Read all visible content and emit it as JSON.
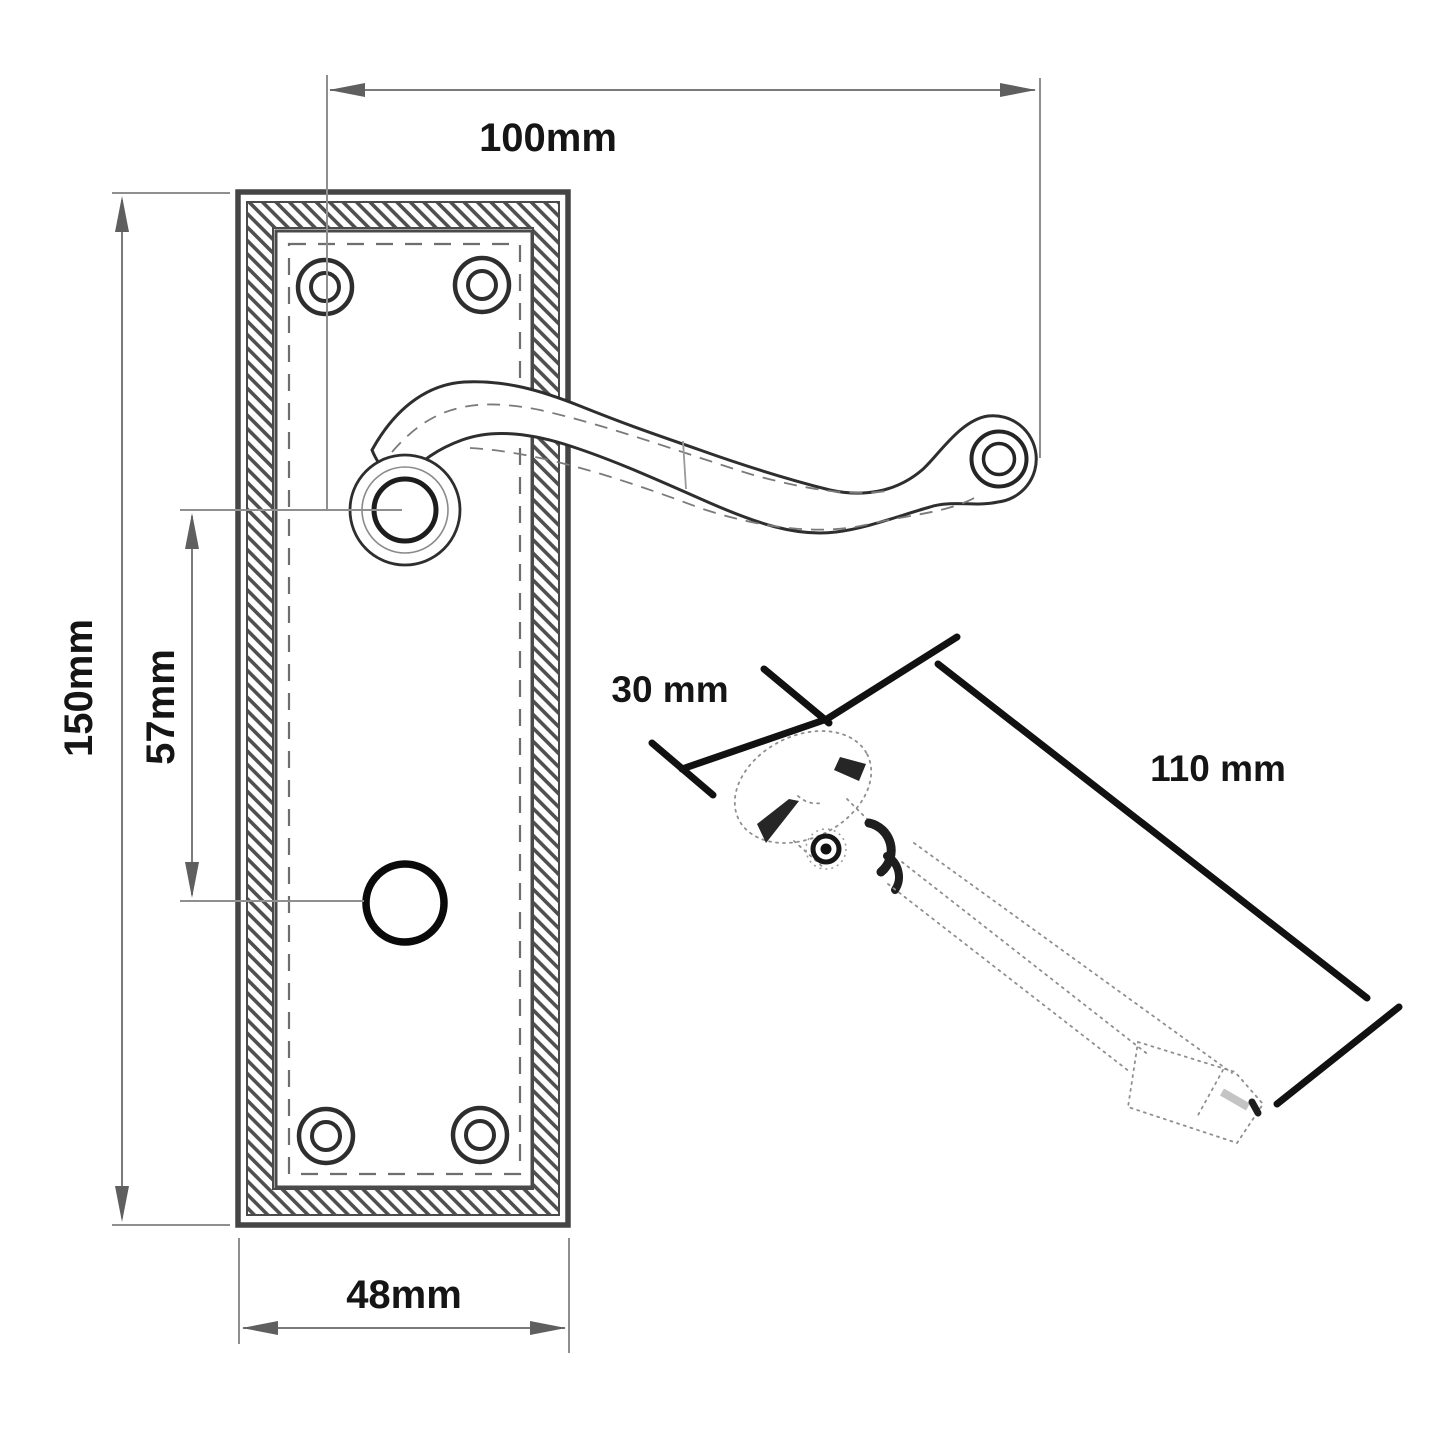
{
  "document": {
    "type": "technical-dimension-drawing",
    "subject": "Lever door handle on backplate with bathroom turn spindle"
  },
  "dimensions": {
    "overall_width": "100mm",
    "plate_height": "150mm",
    "handle_to_turn_centres": "57mm",
    "plate_width": "48mm",
    "turn_knob_length": "30 mm",
    "spindle_length": "110 mm"
  },
  "colors": {
    "background": "#ffffff",
    "drawing_line": "#2e2e2e",
    "dimension_line": "#7b7b7b",
    "iso_dimension_line": "#111111",
    "label_text": "#151515"
  }
}
